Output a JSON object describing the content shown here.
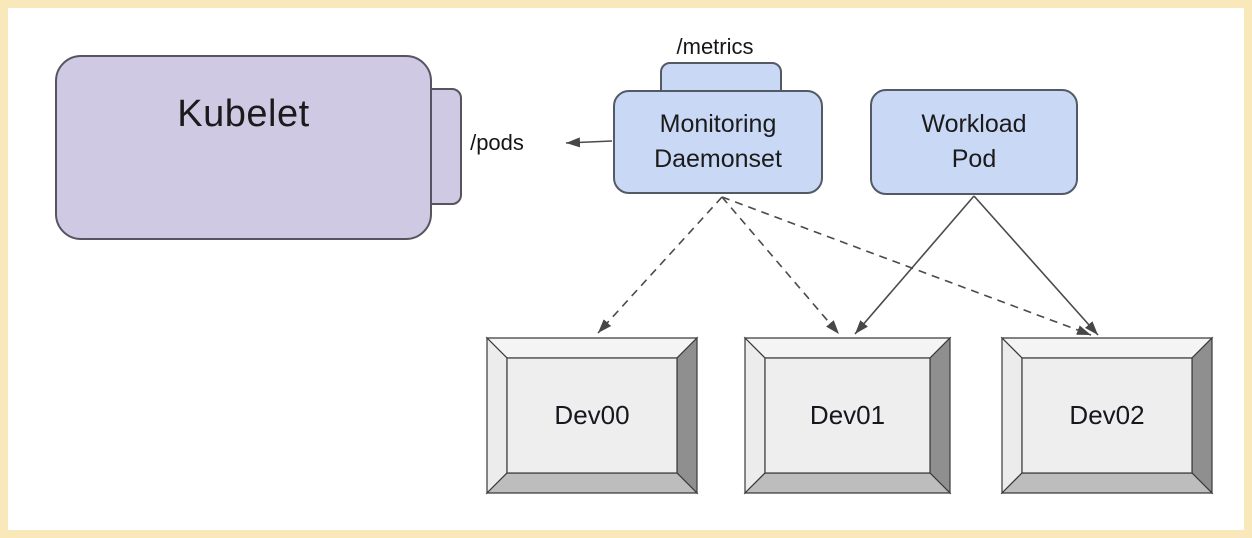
{
  "diagram": {
    "nodes": {
      "kubelet": {
        "label": "Kubelet",
        "endpoint_label": "/pods"
      },
      "monitoring_daemonset": {
        "label": "Monitoring\nDaemonset",
        "tab_label": "/metrics"
      },
      "workload_pod": {
        "label": "Workload\nPod"
      }
    },
    "devices": [
      {
        "label": "Dev00"
      },
      {
        "label": "Dev01"
      },
      {
        "label": "Dev02"
      }
    ],
    "edges": [
      {
        "from": "Monitoring Daemonset",
        "to": "Kubelet /pods endpoint",
        "style": "solid"
      },
      {
        "from": "Monitoring Daemonset",
        "to": "Dev00",
        "style": "dashed"
      },
      {
        "from": "Monitoring Daemonset",
        "to": "Dev01",
        "style": "dashed"
      },
      {
        "from": "Monitoring Daemonset",
        "to": "Dev02",
        "style": "dashed"
      },
      {
        "from": "Workload Pod",
        "to": "Dev01",
        "style": "solid"
      },
      {
        "from": "Workload Pod",
        "to": "Dev02",
        "style": "solid"
      }
    ],
    "colors": {
      "frame_border": "#f9e9ba",
      "kubelet_fill": "#cfc9e3",
      "pod_fill": "#c8d8f5",
      "line_stroke": "#4a4a4a",
      "device_panel": "#eeeeee",
      "device_bevel_dark": "#8f8f8f"
    }
  }
}
